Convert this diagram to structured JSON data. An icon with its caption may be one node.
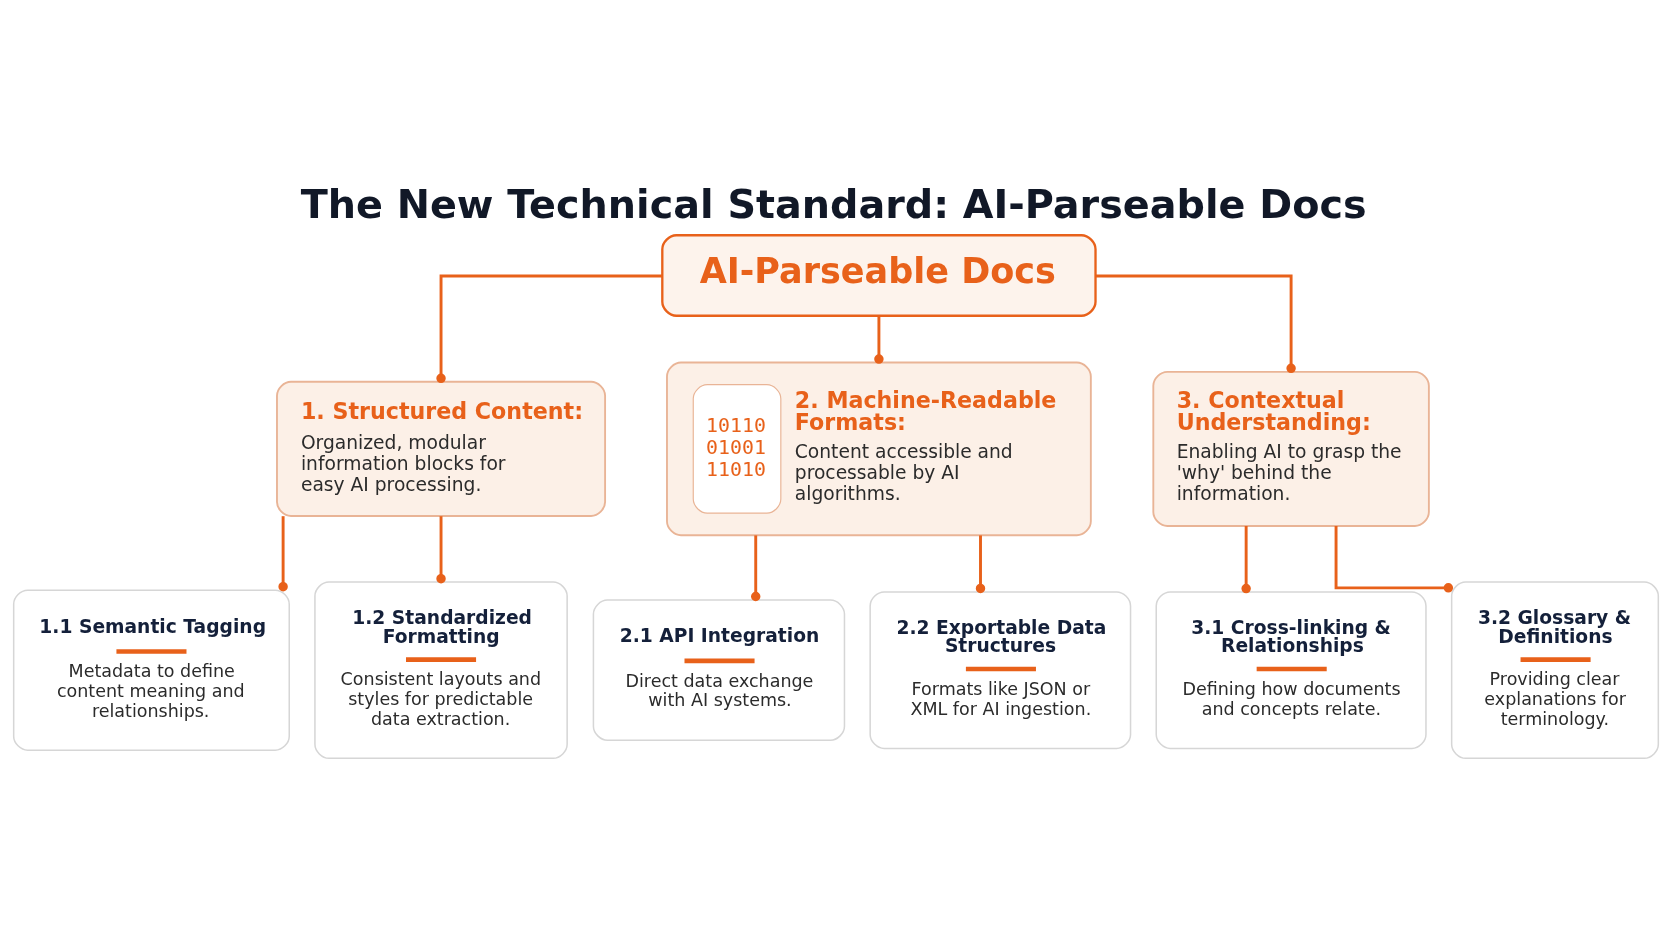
{
  "diagram": {
    "title": "The New Technical Standard: AI-Parseable Docs",
    "nodes": [
      {
        "text": [
          "AI-Parseable Docs"
        ]
      },
      {
        "text": [
          "1. Structured Content:",
          "Organized, modular information blocks for easy AI processing."
        ]
      },
      {
        "text": [
          "10110 01001 11010",
          "2. Machine-Readable Formats:",
          "Content accessible and processable by AI algorithms."
        ]
      },
      {
        "text": [
          "3. Contextual Understanding:",
          "Enabling AI to grasp the 'why' behind the information."
        ]
      },
      {
        "text": [
          "1.1 Semantic Tagging",
          "Metadata to define content meaning and relationships."
        ]
      },
      {
        "text": [
          "1.2 Standardized Formatting",
          "Consistent layouts and styles for predictable data extraction."
        ]
      },
      {
        "text": [
          "2.1 API Integration",
          "Direct data exchange with AI systems."
        ]
      },
      {
        "text": [
          "2.2 Exportable Data Structures",
          "Formats like JSON or XML for AI ingestion."
        ]
      },
      {
        "text": [
          "3.1 Cross-linking & Relationships",
          "Defining how documents and concepts relate."
        ]
      },
      {
        "text": [
          "3.2 Glossary & Definitions",
          "Providing clear explanations for terminology."
        ]
      }
    ],
    "edges": [
      {
        "from": 0,
        "to": 1,
        "arrow": "other"
      },
      {
        "from": 0,
        "to": 2,
        "arrow": "other"
      },
      {
        "from": 0,
        "to": 3,
        "arrow": "other"
      },
      {
        "from": 1,
        "to": 4,
        "arrow": "other"
      },
      {
        "from": 1,
        "to": 5,
        "arrow": "other"
      },
      {
        "from": 2,
        "to": 6,
        "arrow": "other"
      },
      {
        "from": 2,
        "to": 7,
        "arrow": "other"
      },
      {
        "from": 3,
        "to": 8,
        "arrow": "other"
      },
      {
        "from": 3,
        "to": 9,
        "arrow": "other"
      }
    ]
  }
}
